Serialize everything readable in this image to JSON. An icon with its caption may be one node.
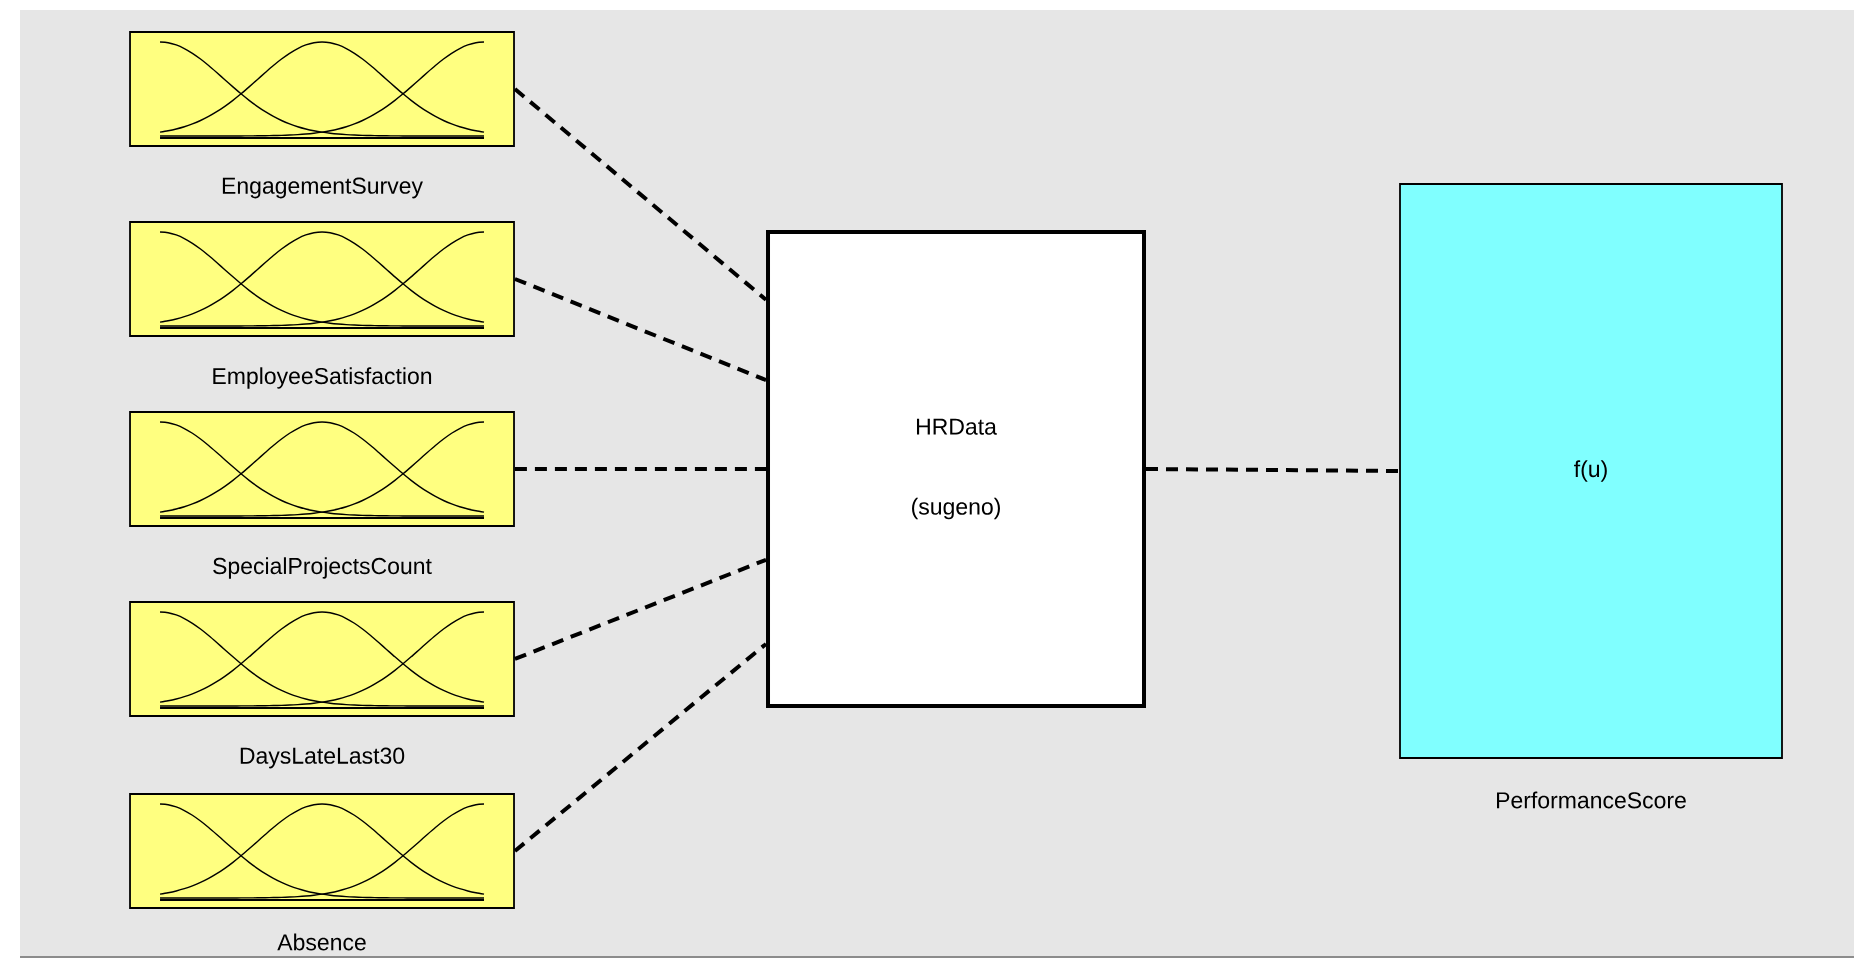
{
  "diagram": {
    "nodes": [
      {
        "text": [
          "EngagementSurvey"
        ]
      },
      {
        "text": [
          "EmployeeSatisfaction"
        ]
      },
      {
        "text": [
          "SpecialProjectsCount"
        ]
      },
      {
        "text": [
          "DaysLateLast30"
        ]
      },
      {
        "text": [
          "Absence"
        ]
      },
      {
        "text": [
          "HRData",
          "(sugeno)"
        ]
      },
      {
        "text": [
          "f(u)",
          "PerformanceScore"
        ]
      }
    ],
    "edges": [
      {
        "from": 0,
        "to": 5,
        "arrow": "none"
      },
      {
        "from": 1,
        "to": 5,
        "arrow": "none"
      },
      {
        "from": 2,
        "to": 5,
        "arrow": "none"
      },
      {
        "from": 3,
        "to": 5,
        "arrow": "none"
      },
      {
        "from": 4,
        "to": 5,
        "arrow": "none"
      },
      {
        "from": 5,
        "to": 6,
        "arrow": "none"
      }
    ]
  }
}
